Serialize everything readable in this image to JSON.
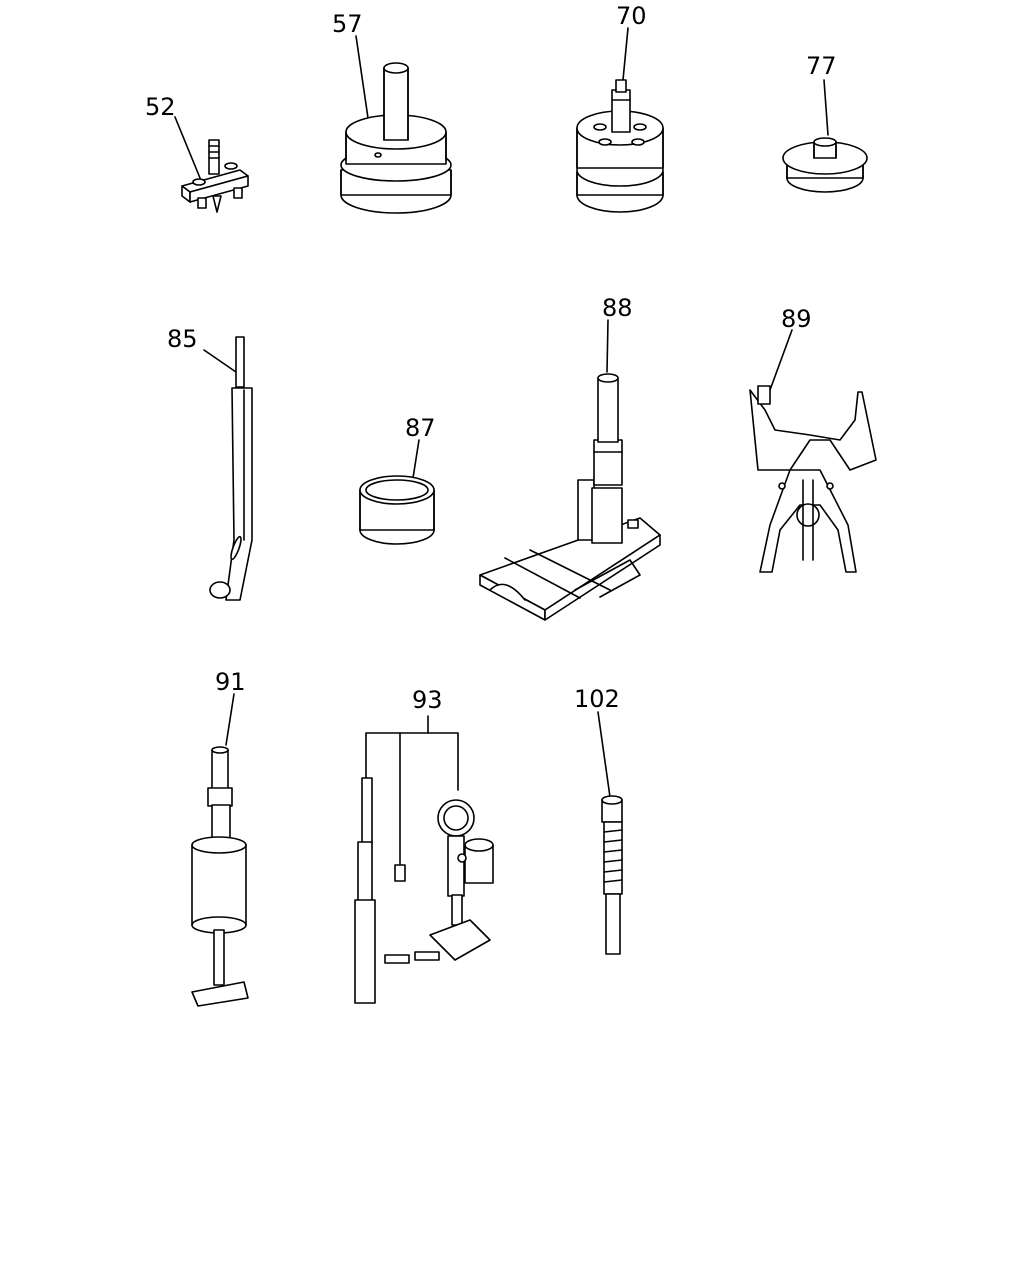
{
  "parts": [
    {
      "callout": "52",
      "icon": "gear-puller-icon"
    },
    {
      "callout": "57",
      "icon": "installer-drift-icon"
    },
    {
      "callout": "70",
      "icon": "bearing-installer-icon"
    },
    {
      "callout": "77",
      "icon": "seal-installer-cap-icon"
    },
    {
      "callout": "85",
      "icon": "lever-bar-icon"
    },
    {
      "callout": "87",
      "icon": "sleeve-ring-icon"
    },
    {
      "callout": "88",
      "icon": "alignment-fixture-icon"
    },
    {
      "callout": "89",
      "icon": "ring-expander-pliers-icon"
    },
    {
      "callout": "91",
      "icon": "slide-hammer-icon"
    },
    {
      "callout": "93",
      "icon": "compression-gauge-kit-icon"
    },
    {
      "callout": "102",
      "icon": "threaded-adapter-icon"
    }
  ]
}
